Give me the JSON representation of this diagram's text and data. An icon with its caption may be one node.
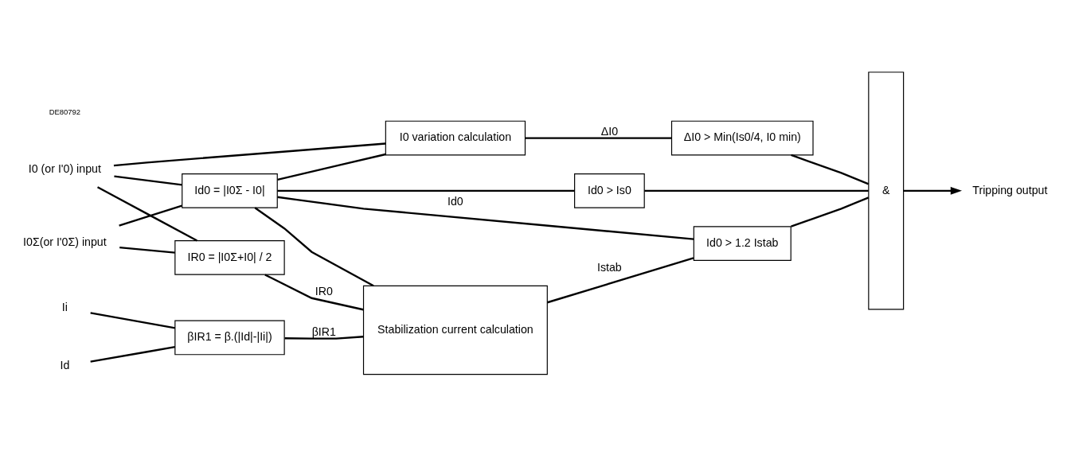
{
  "diagram": {
    "nodes": [
      {
        "text": [
          "Ii"
        ]
      },
      {
        "text": [
          "Id"
        ]
      },
      {
        "text": [
          "βIR1 = β.(|Id|-|Ii|)"
        ]
      },
      {
        "text": [
          "I0Σ(or I'0Σ) input"
        ]
      },
      {
        "text": [
          "I0 (or I'0) input"
        ]
      },
      {
        "text": [
          "IR0 = |I0Σ+I0| / 2"
        ]
      },
      {
        "text": [
          "Id0 = |I0Σ - I0|"
        ]
      },
      {
        "text": [
          "Stabilization current calculation"
        ]
      },
      {
        "text": [
          "Id0 > 1.2 Istab"
        ]
      },
      {
        "text": [
          "Id0 > Is0"
        ]
      },
      {
        "text": [
          "I0 variation calculation"
        ]
      },
      {
        "text": [
          "ΔI0 > Min(Is0/4, I0 min)"
        ]
      },
      {
        "text": [
          "&"
        ]
      },
      {
        "text": [
          "Tripping output"
        ]
      }
    ],
    "edges": [
      {
        "from": 0,
        "to": 2,
        "arrow": "none"
      },
      {
        "from": 1,
        "to": 2,
        "arrow": "none"
      },
      {
        "from": 3,
        "to": 5,
        "arrow": "none"
      },
      {
        "from": 4,
        "to": 5,
        "arrow": "none"
      },
      {
        "from": 3,
        "to": 6,
        "arrow": "none"
      },
      {
        "from": 4,
        "to": 6,
        "arrow": "none"
      },
      {
        "from": 4,
        "to": 10,
        "arrow": "none"
      },
      {
        "from": 2,
        "to": 7,
        "label": "βIR1",
        "arrow": "none"
      },
      {
        "from": 5,
        "to": 7,
        "label": "IR0",
        "arrow": "none"
      },
      {
        "from": 6,
        "to": 8,
        "label": "Id0",
        "arrow": "none"
      },
      {
        "from": 6,
        "to": 7,
        "arrow": "none"
      },
      {
        "from": 6,
        "to": 9,
        "arrow": "none"
      },
      {
        "from": 6,
        "to": 10,
        "arrow": "none"
      },
      {
        "from": 7,
        "to": 8,
        "label": "Istab",
        "arrow": "none"
      },
      {
        "from": 10,
        "to": 11,
        "label": "ΔI0",
        "arrow": "none"
      },
      {
        "from": 8,
        "to": 12,
        "arrow": "none"
      },
      {
        "from": 9,
        "to": 12,
        "arrow": "none"
      },
      {
        "from": 11,
        "to": 12,
        "arrow": "none"
      },
      {
        "from": 12,
        "to": 13,
        "arrow": "to"
      }
    ],
    "labels": [
      "DE80792"
    ]
  }
}
